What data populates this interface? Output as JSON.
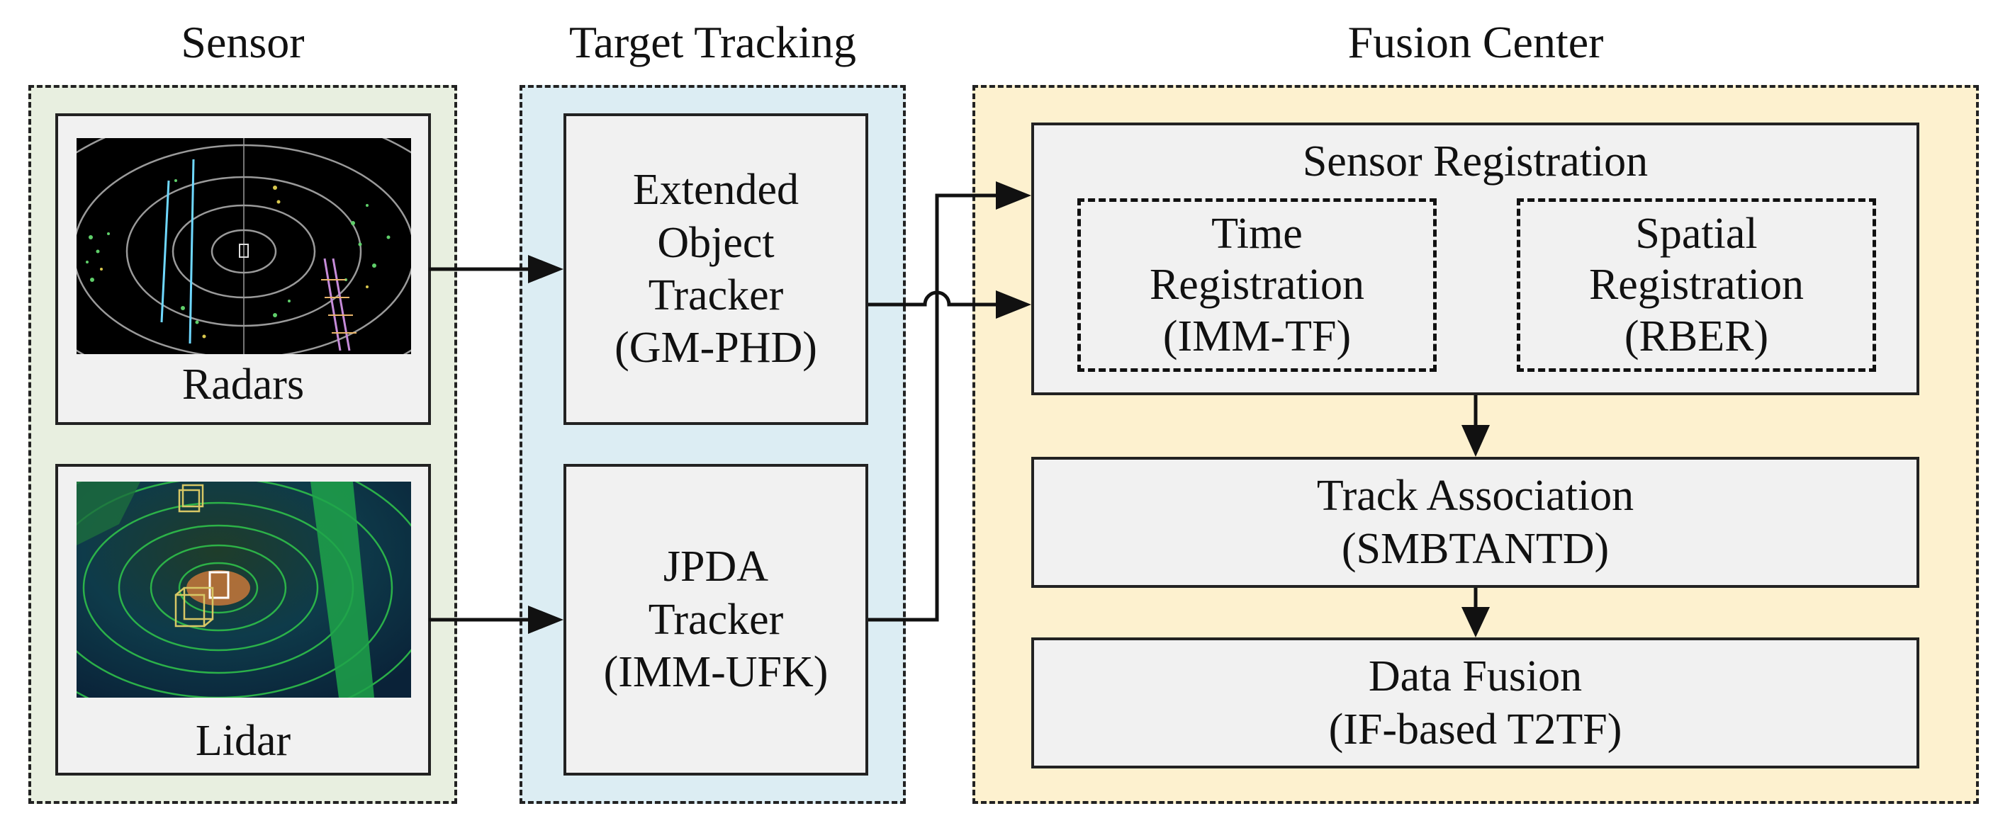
{
  "titles": {
    "sensor": "Sensor",
    "tracking": "Target Tracking",
    "fusion": "Fusion Center"
  },
  "sensors": {
    "radar_label": "Radars",
    "lidar_label": "Lidar"
  },
  "trackers": {
    "extended": [
      "Extended",
      "Object",
      "Tracker",
      "(GM-PHD)"
    ],
    "jpda": [
      "JPDA",
      "Tracker",
      "(IMM-UFK)"
    ]
  },
  "fusion": {
    "registration": "Sensor Registration",
    "time_reg": [
      "Time",
      "Registration",
      "(IMM-TF)"
    ],
    "spatial_reg": [
      "Spatial",
      "Registration",
      "(RBER)"
    ],
    "association": [
      "Track Association",
      "(SMBTANTD)"
    ],
    "data_fusion": [
      "Data Fusion",
      "(IF-based T2TF)"
    ]
  },
  "colors": {
    "sensor_bg": "#e8efe0",
    "tracking_bg": "#dcedf3",
    "fusion_bg": "#fdf1cf",
    "box_bg": "#f1f1f1",
    "stroke": "#111111"
  }
}
